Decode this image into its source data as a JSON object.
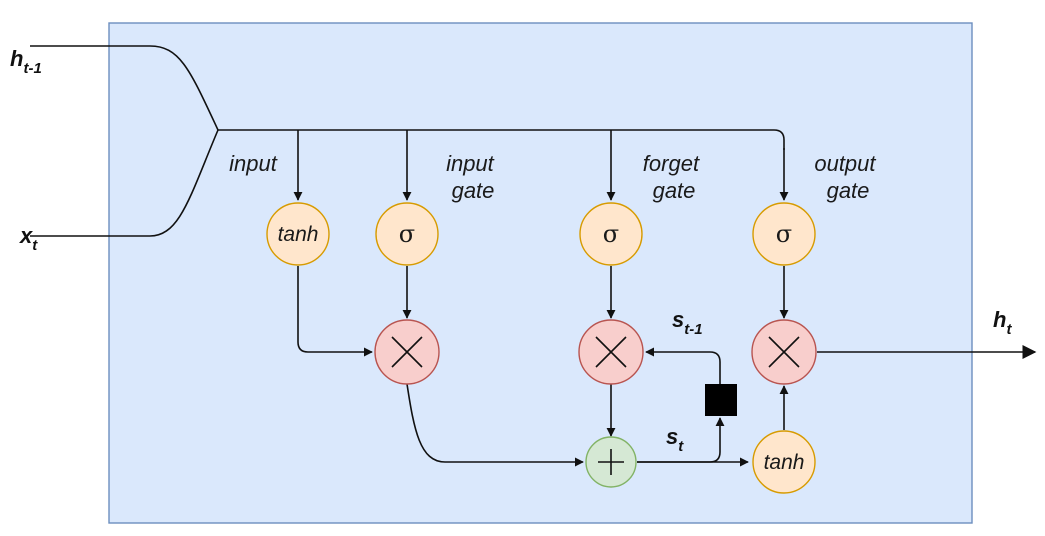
{
  "inputs": {
    "h_prev": {
      "main": "h",
      "sub": "t-1"
    },
    "x": {
      "main": "x",
      "sub": "t"
    }
  },
  "output": {
    "main": "h",
    "sub": "t"
  },
  "state_labels": {
    "s_prev": {
      "main": "s",
      "sub": "t-1"
    },
    "s": {
      "main": "s",
      "sub": "t"
    }
  },
  "branch_labels": {
    "input": [
      "input"
    ],
    "input_gate": [
      "input",
      "gate"
    ],
    "forget_gate": [
      "forget",
      "gate"
    ],
    "output_gate": [
      "output",
      "gate"
    ]
  },
  "nodes": {
    "tanh_input": "tanh",
    "sigma_input_gate": "σ",
    "sigma_forget_gate": "σ",
    "sigma_output_gate": "σ",
    "tanh_output": "tanh"
  },
  "colors": {
    "cell_fill": "#dae8fc",
    "cell_border": "#6c8ebf",
    "activation_fill": "#ffe6cc",
    "activation_border": "#d79b00",
    "multiply_fill": "#f8cecc",
    "multiply_border": "#b85450",
    "add_fill": "#d5e8d4",
    "add_border": "#82b366",
    "delay_block": "#000000"
  }
}
